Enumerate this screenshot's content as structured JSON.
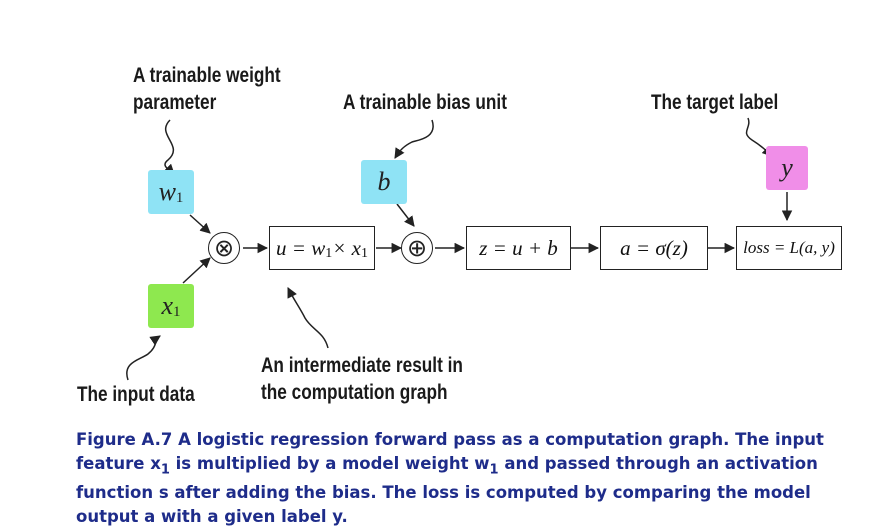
{
  "annotations": {
    "weight_line1": "A trainable weight",
    "weight_line2": "parameter",
    "bias": "A trainable bias unit",
    "target": "The target label",
    "input": "The input data",
    "intermediate_line1": "An intermediate result in",
    "intermediate_line2": "the computation graph"
  },
  "nodes": {
    "w": {
      "symbol": "w",
      "sub": "1"
    },
    "x": {
      "symbol": "x",
      "sub": "1"
    },
    "b": {
      "symbol": "b"
    },
    "y": {
      "symbol": "y"
    },
    "multiply": "⊗",
    "add": "⊕",
    "u_pre": "u = w",
    "u_mid": " × x",
    "sub1": "1",
    "z": "z = u + b",
    "a": "a = σ(z)",
    "loss": "loss = L(a, y)"
  },
  "caption": {
    "p1": "Figure A.7 A logistic regression forward pass as a computation graph. The input feature x",
    "p2": "1",
    "p3": " is multiplied by a model weight w",
    "p4": "1",
    "p5": " and passed through an activation function s after adding the bias. The loss is computed by comparing the model output a with a given label y."
  },
  "colors": {
    "weight": "#8fe3f5",
    "input": "#8ee84f",
    "bias": "#8fe3f5",
    "target": "#f08ee8",
    "caption": "#1e2c8a"
  }
}
